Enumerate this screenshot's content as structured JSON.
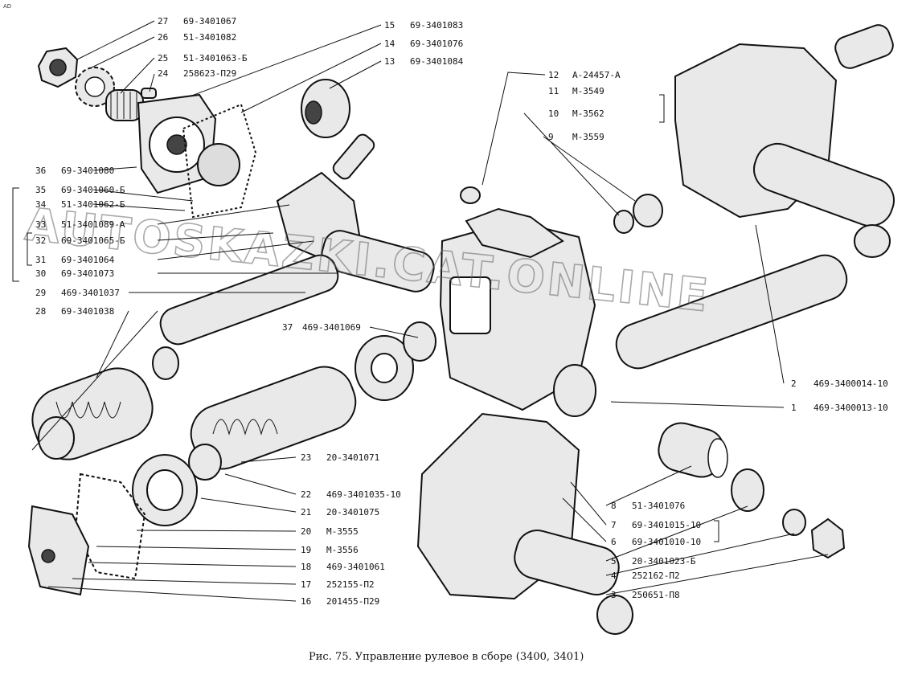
{
  "corner_mark": "AD",
  "caption": "Рис. 75. Управление рулевое в сборе (3400, 3401)",
  "watermark": "AUTOSKAZKI.CAT.ONLINE",
  "callouts": [
    {
      "num": "27",
      "code": "69-3401067"
    },
    {
      "num": "26",
      "code": "51-3401082"
    },
    {
      "num": "25",
      "code": "51-3401063-Б"
    },
    {
      "num": "24",
      "code": "258623-П29"
    },
    {
      "num": "15",
      "code": "69-3401083"
    },
    {
      "num": "14",
      "code": "69-3401076"
    },
    {
      "num": "13",
      "code": "69-3401084"
    },
    {
      "num": "12",
      "code": "А-24457-А"
    },
    {
      "num": "11",
      "code": "М-3549"
    },
    {
      "num": "10",
      "code": "М-3562"
    },
    {
      "num": "9",
      "code": "М-3559"
    },
    {
      "num": "36",
      "code": "69-3401080"
    },
    {
      "num": "35",
      "code": "69-3401060-Б"
    },
    {
      "num": "34",
      "code": "51-3401062-Б"
    },
    {
      "num": "33",
      "code": "51-3401089-А"
    },
    {
      "num": "32",
      "code": "69-3401065-Б"
    },
    {
      "num": "31",
      "code": "69-3401064"
    },
    {
      "num": "30",
      "code": "69-3401073"
    },
    {
      "num": "29",
      "code": "469-3401037"
    },
    {
      "num": "28",
      "code": "69-3401038"
    },
    {
      "num": "37",
      "code": "469-3401069"
    },
    {
      "num": "2",
      "code": "469-3400014-10"
    },
    {
      "num": "1",
      "code": "469-3400013-10"
    },
    {
      "num": "23",
      "code": "20-3401071"
    },
    {
      "num": "22",
      "code": "469-3401035-10"
    },
    {
      "num": "21",
      "code": "20-3401075"
    },
    {
      "num": "20",
      "code": "М-3555"
    },
    {
      "num": "19",
      "code": "М-3556"
    },
    {
      "num": "18",
      "code": "469-3401061"
    },
    {
      "num": "17",
      "code": "252155-П2"
    },
    {
      "num": "16",
      "code": "201455-П29"
    },
    {
      "num": "8",
      "code": "51-3401076"
    },
    {
      "num": "7",
      "code": "69-3401015-10"
    },
    {
      "num": "6",
      "code": "69-3401010-10"
    },
    {
      "num": "5",
      "code": "20-3401023-Б"
    },
    {
      "num": "4",
      "code": "252162-П2"
    },
    {
      "num": "3",
      "code": "250651-П8"
    }
  ]
}
